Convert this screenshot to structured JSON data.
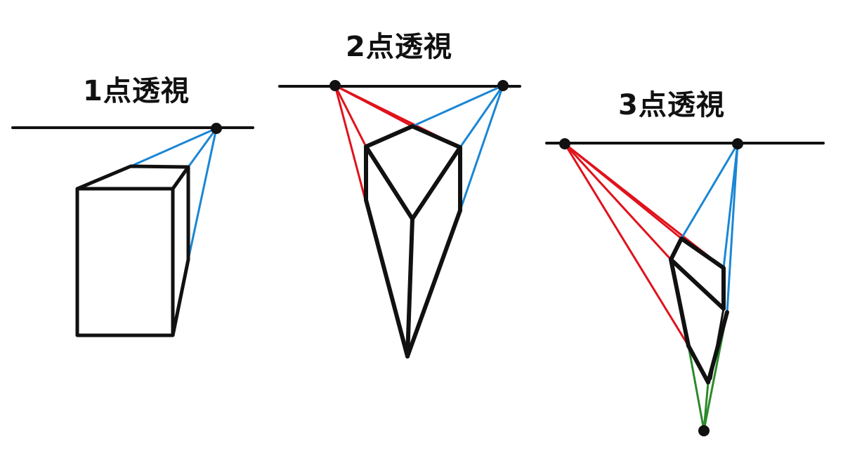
{
  "titles": {
    "one_point": "1点透視",
    "two_point": "2点透視",
    "three_point": "3点透視"
  },
  "colors": {
    "ink": "#111111",
    "vanishing_line_x": "#e0121c",
    "vanishing_line_y": "#1a86d4",
    "vanishing_line_z": "#2a8a2a",
    "background": "#ffffff"
  },
  "icons": {
    "vanishing_point": "filled-circle",
    "horizon": "horizontal-line"
  }
}
